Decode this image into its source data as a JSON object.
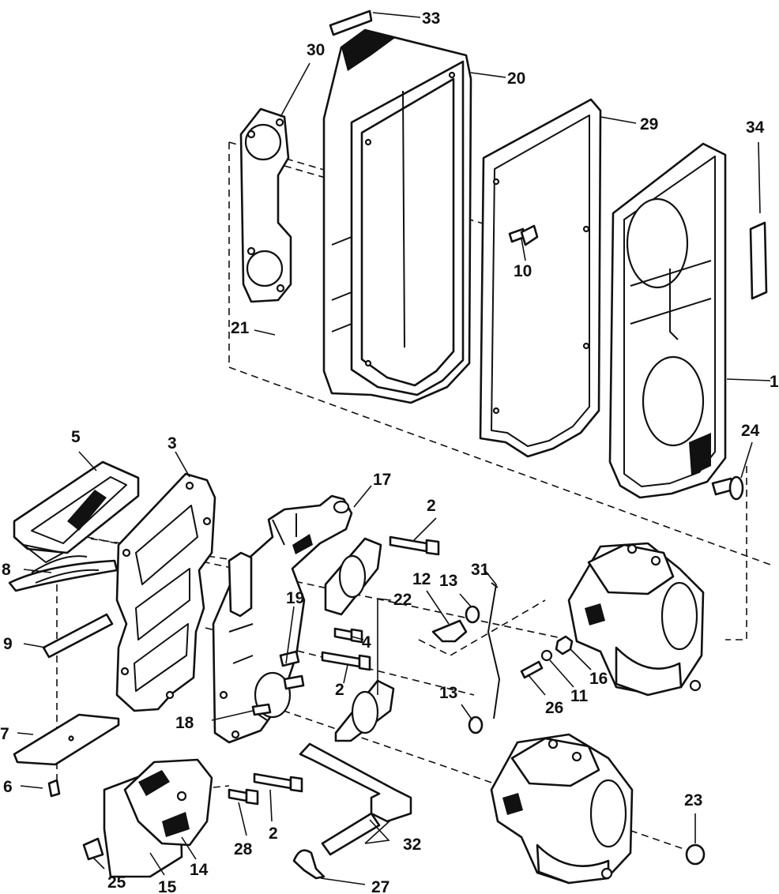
{
  "callouts": [
    {
      "id": "p1",
      "label": "1"
    },
    {
      "id": "p2a",
      "label": "2"
    },
    {
      "id": "p2b",
      "label": "2"
    },
    {
      "id": "p2c",
      "label": "2"
    },
    {
      "id": "p3",
      "label": "3"
    },
    {
      "id": "p4",
      "label": "4"
    },
    {
      "id": "p5",
      "label": "5"
    },
    {
      "id": "p6",
      "label": "6"
    },
    {
      "id": "p7",
      "label": "7"
    },
    {
      "id": "p8",
      "label": "8"
    },
    {
      "id": "p9",
      "label": "9"
    },
    {
      "id": "p10",
      "label": "10"
    },
    {
      "id": "p11",
      "label": "11"
    },
    {
      "id": "p12",
      "label": "12"
    },
    {
      "id": "p13a",
      "label": "13"
    },
    {
      "id": "p13b",
      "label": "13"
    },
    {
      "id": "p14",
      "label": "14"
    },
    {
      "id": "p15",
      "label": "15"
    },
    {
      "id": "p16",
      "label": "16"
    },
    {
      "id": "p17",
      "label": "17"
    },
    {
      "id": "p18",
      "label": "18"
    },
    {
      "id": "p19",
      "label": "19"
    },
    {
      "id": "p20",
      "label": "20"
    },
    {
      "id": "p21",
      "label": "21"
    },
    {
      "id": "p22",
      "label": "22"
    },
    {
      "id": "p23",
      "label": "23"
    },
    {
      "id": "p24",
      "label": "24"
    },
    {
      "id": "p25",
      "label": "25"
    },
    {
      "id": "p26",
      "label": "26"
    },
    {
      "id": "p27",
      "label": "27"
    },
    {
      "id": "p28",
      "label": "28"
    },
    {
      "id": "p29",
      "label": "29"
    },
    {
      "id": "p30",
      "label": "30"
    },
    {
      "id": "p31",
      "label": "31"
    },
    {
      "id": "p32",
      "label": "32"
    },
    {
      "id": "p33",
      "label": "33"
    },
    {
      "id": "p34",
      "label": "34"
    }
  ]
}
